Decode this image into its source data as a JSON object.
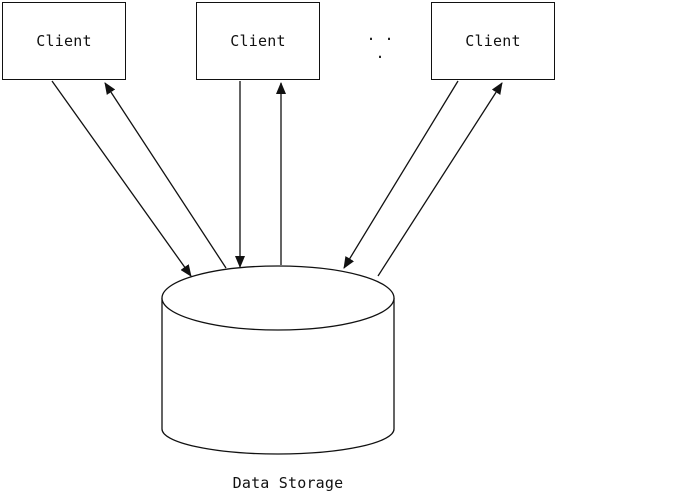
{
  "diagram": {
    "clients": [
      {
        "label": "Client"
      },
      {
        "label": "Client"
      },
      {
        "label": "Client"
      }
    ],
    "ellipsis": "· · ·",
    "storage_label": "Data Storage"
  }
}
